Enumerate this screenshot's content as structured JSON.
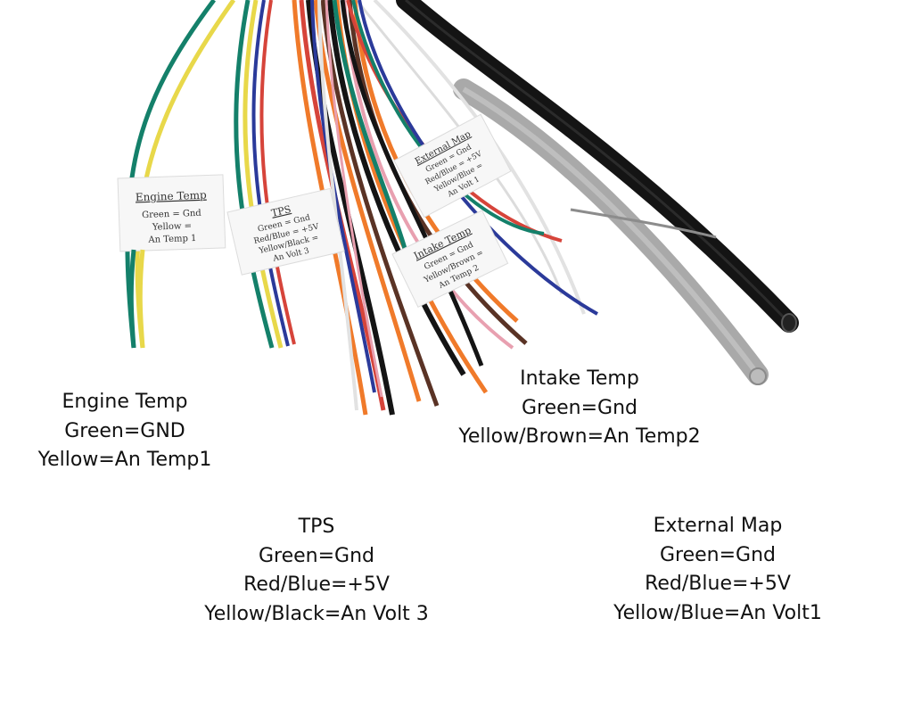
{
  "photo_tags": {
    "engine_temp": [
      "Engine Temp",
      "Green = Gnd",
      "Yellow =",
      "An Temp 1"
    ],
    "tps": [
      "TPS",
      "Green = Gnd",
      "Red/Blue = +5V",
      "Yellow/Black =",
      "An Volt 3"
    ],
    "external_map": [
      "External Map",
      "Green = Gnd",
      "Red/Blue = +5V",
      "Yellow/Blue =",
      "An Volt 1"
    ],
    "intake_temp": [
      "Intake Temp",
      "Green = Gnd",
      "Yellow/Brown =",
      "An Temp 2"
    ]
  },
  "captions": {
    "engine_temp": {
      "title": "Engine Temp",
      "line1": "Green=GND",
      "line2": "Yellow=An Temp1"
    },
    "intake_temp": {
      "title": "Intake Temp",
      "line1": "Green=Gnd",
      "line2": "Yellow/Brown=An Temp2"
    },
    "tps": {
      "title": "TPS",
      "line1": "Green=Gnd",
      "line2": "Red/Blue=+5V",
      "line3": "Yellow/Black=An Volt 3"
    },
    "external_map": {
      "title": "External Map",
      "line1": "Green=Gnd",
      "line2": "Red/Blue=+5V",
      "line3": "Yellow/Blue=An Volt1"
    }
  },
  "wire_colors": {
    "green": "#14806a",
    "yellow": "#e8d84a",
    "red": "#d6443a",
    "blue": "#2b3a9a",
    "orange": "#f07a2a",
    "brown": "#5a3325",
    "black": "#141414",
    "grey_cable": "#a9a9a9",
    "white": "#e9e9e9",
    "pink": "#e8a0b0"
  }
}
